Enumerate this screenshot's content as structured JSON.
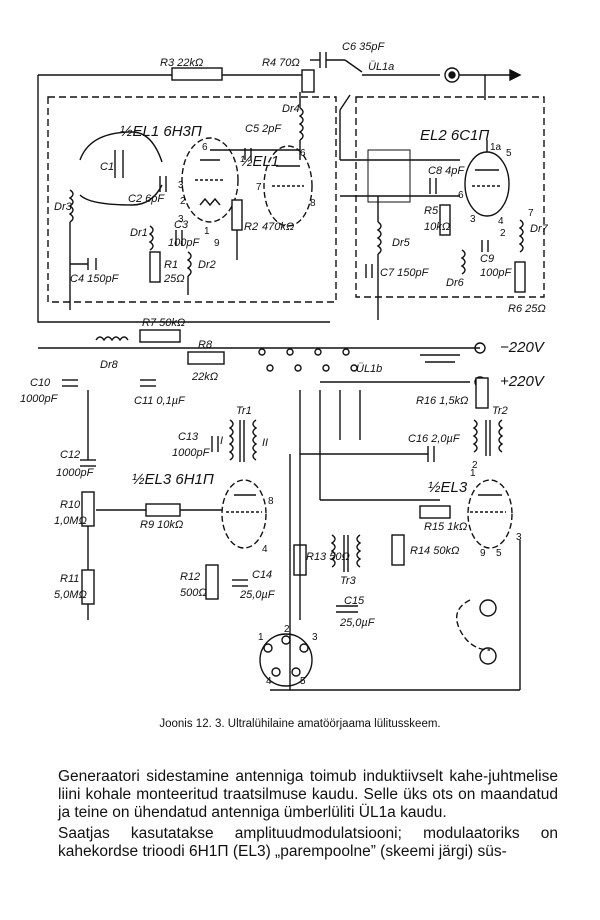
{
  "caption": "Joonis 12. 3. Ultralühilaine amatöörjaama lülitusskeem.",
  "paragraphs": [
    "Generaatori sidestamine antenniga toimub induktiivselt kahe-juhtmelise liini kohale monteeritud traatsilmuse kaudu. Selle üks ots on maandatud ja teine on ühendatud antenniga ümberlüliti ÜL1a kaudu.",
    "Saatjas kasutatakse amplituudmodulatsiooni; modulaatoriks on kahekordse trioodi 6H1П (EL3) „parempoolne” (skeemi järgi) süs-"
  ],
  "labels": {
    "r3": "R3 22kΩ",
    "r4": "R4 70Ω",
    "c6": "C6 35pF",
    "ul1a": "ÜL1a",
    "dr4": "Dr4",
    "tube1": "½EL1 6H3П",
    "tube1b": "½EL1",
    "c5": "C5 2pF",
    "tube2": "EL2 6C1П",
    "c1": "C1",
    "c2": "C2 6pF",
    "c3": "C3",
    "c3v": "100pF",
    "dr3": "Dr3",
    "dr1": "Dr1",
    "r1": "R1",
    "r1v": "25Ω",
    "dr2": "Dr2",
    "c4": "C4 150pF",
    "r2": "R2",
    "r2v": "470kΩ",
    "c8": "C8 4pF",
    "r5": "R5",
    "r5v": "10kΩ",
    "dr5": "Dr5",
    "c7": "C7 150pF",
    "dr6": "Dr6",
    "c9": "C9",
    "c9v": "100pF",
    "dr7": "Dr7",
    "r6": "R6 25Ω",
    "r7": "R7 50kΩ",
    "r8": "R8",
    "r8v": "22kΩ",
    "dr8": "Dr8",
    "minus220": "−220V",
    "plus220": "+220V",
    "ul1b": "ÜL1b",
    "c10": "C10",
    "c10v": "1000pF",
    "c11": "C11 0,1µF",
    "c12": "C12",
    "c12v": "1000pF",
    "r10": "R10",
    "r10v": "1,0MΩ",
    "r11": "R11",
    "r11v": "5,0MΩ",
    "tr1": "Tr1",
    "c13": "C13",
    "c13v": "1000pF",
    "tube3": "½EL3 6H1П",
    "r9": "R9 10kΩ",
    "r12": "R12",
    "r12v": "500Ω",
    "c14": "C14",
    "c14v": "25,0µF",
    "r16": "R16 1,5kΩ",
    "tr2": "Tr2",
    "c16": "C16 2,0µF",
    "tube3b": "½EL3",
    "r15": "R15 1kΩ",
    "r14": "R14 50kΩ",
    "r13": "R13 50Ω",
    "tr3": "Tr3",
    "c15": "C15",
    "c15v": "25,0µF",
    "wI": "I",
    "wII": "II",
    "pins": [
      "6",
      "3",
      "2",
      "3",
      "1",
      "9",
      "7",
      "6",
      "8",
      "5",
      "1a",
      "6",
      "3",
      "4",
      "2",
      "7",
      "8",
      "4",
      "2",
      "1",
      "9",
      "5",
      "3",
      "1",
      "2",
      "3",
      "4",
      "5"
    ]
  },
  "colors": {
    "ink": "#111111",
    "paper": "#ffffff"
  }
}
